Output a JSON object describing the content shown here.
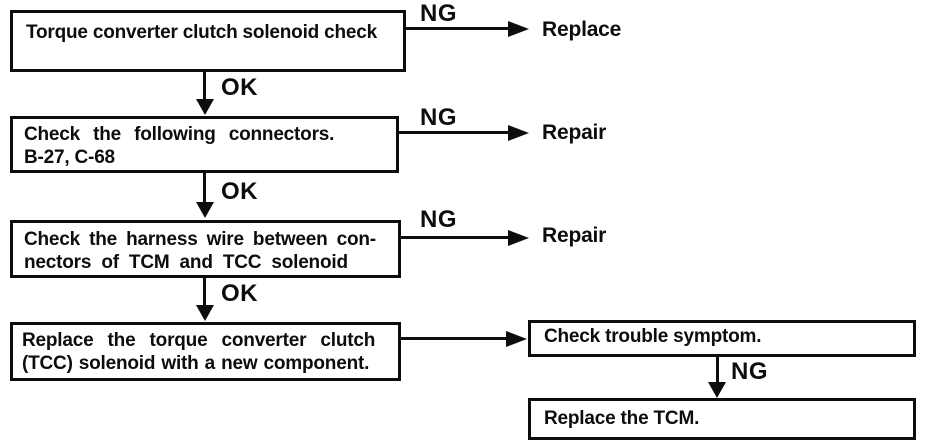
{
  "steps": {
    "step1": {
      "line1": "Torque converter clutch solenoid check"
    },
    "step2": {
      "line1": "Check the following connectors.",
      "line2": "B-27, C-68"
    },
    "step3": {
      "line1": "Check the harness wire between con-",
      "line2": "nectors of TCM and TCC solenoid"
    },
    "step4": {
      "line1": "Replace the torque converter clutch",
      "line2": "(TCC) solenoid with a new component."
    },
    "step5": {
      "line1": "Check trouble symptom."
    },
    "step6": {
      "line1": "Replace the TCM."
    }
  },
  "connectors": {
    "ok1": "OK",
    "ok2": "OK",
    "ok3": "OK",
    "ng1": "NG",
    "ng2": "NG",
    "ng3": "NG",
    "ng4": "NG"
  },
  "outcomes": {
    "outcome1": "Replace",
    "outcome2": "Repair",
    "outcome3": "Repair"
  },
  "colors": {
    "ink": "#0d0d0d",
    "paper": "#ffffff"
  }
}
